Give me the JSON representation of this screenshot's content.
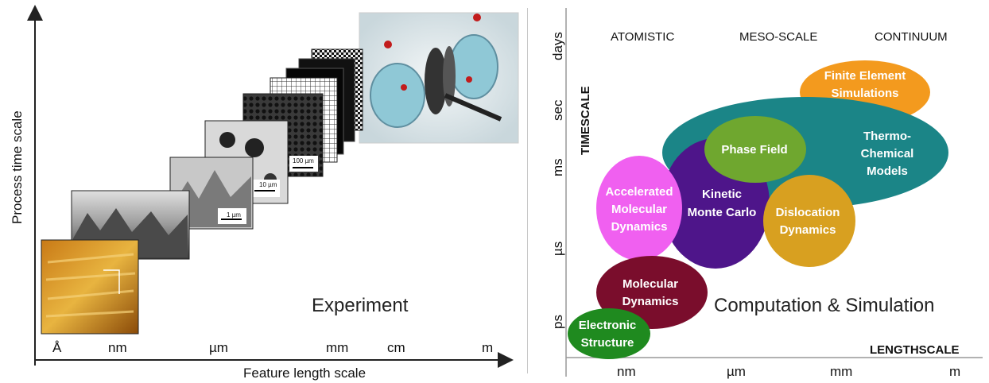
{
  "left": {
    "y_axis_label": "Process time scale",
    "x_axis_label": "Feature length scale",
    "caption": "Experiment",
    "ticks": [
      "Å",
      "nm",
      "µm",
      "mm",
      "cm",
      "m"
    ],
    "images": [
      {
        "name": "afm-image",
        "scale": ""
      },
      {
        "name": "tem-image",
        "scale": ""
      },
      {
        "name": "sem-1um-image",
        "scale": "1 µm"
      },
      {
        "name": "sem-10um-image",
        "scale": "10 µm"
      },
      {
        "name": "sem-100um-image",
        "scale": "100 µm"
      },
      {
        "name": "grid-layer-image",
        "scale": ""
      },
      {
        "name": "dark-layer-image",
        "scale": ""
      },
      {
        "name": "electrolyzer-cell-image",
        "scale": ""
      }
    ]
  },
  "right": {
    "y_axis_title": "TIMESCALE",
    "x_axis_title": "LENGTHSCALE",
    "caption": "Computation & Simulation",
    "y_ticks": [
      "days",
      "sec",
      "ms",
      "µs",
      "ps"
    ],
    "x_ticks": [
      "nm",
      "µm",
      "mm",
      "m"
    ],
    "regimes": [
      "ATOMISTIC",
      "MESO-SCALE",
      "CONTINUUM"
    ],
    "methods": [
      {
        "id": "finite-element",
        "lines": [
          "Finite Element",
          "Simulations"
        ],
        "color": "#f39a1e"
      },
      {
        "id": "thermo-chemical",
        "lines": [
          "Thermo-",
          "Chemical",
          "Models"
        ],
        "color": "#1b8587"
      },
      {
        "id": "phase-field",
        "lines": [
          "Phase Field"
        ],
        "color": "#6fa72f"
      },
      {
        "id": "kinetic-monte-carlo",
        "lines": [
          "Kinetic",
          "Monte Carlo"
        ],
        "color": "#4e158a"
      },
      {
        "id": "accelerated-md",
        "lines": [
          "Accelerated",
          "Molecular",
          "Dynamics"
        ],
        "color": "#f060f0"
      },
      {
        "id": "dislocation-dynamics",
        "lines": [
          "Dislocation",
          "Dynamics"
        ],
        "color": "#d8a020"
      },
      {
        "id": "molecular-dynamics",
        "lines": [
          "Molecular",
          "Dynamics"
        ],
        "color": "#7a0d2c"
      },
      {
        "id": "electronic-structure",
        "lines": [
          "Electronic",
          "Structure"
        ],
        "color": "#1f8a1f"
      }
    ]
  }
}
